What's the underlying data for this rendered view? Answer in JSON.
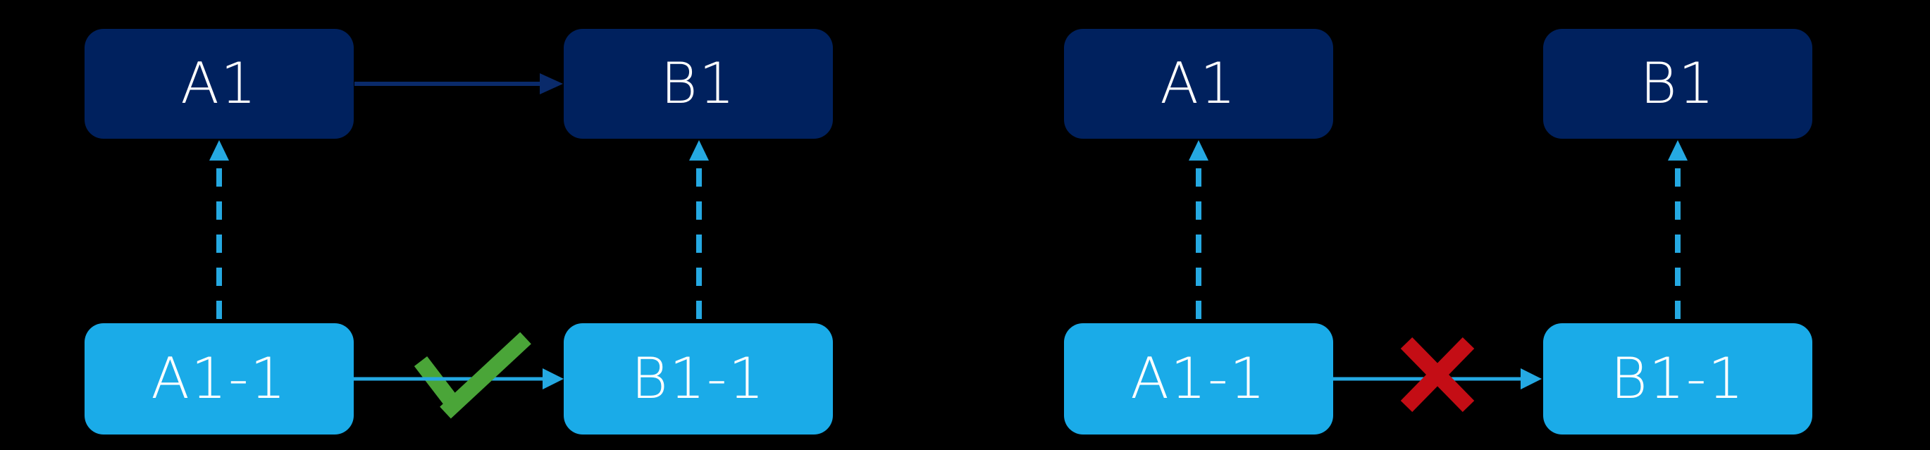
{
  "canvas": {
    "background": "#000000"
  },
  "colors": {
    "canvas_bg": "#000000",
    "navy_box": "#00215e",
    "navy_arrow": "#0a2a6a",
    "cyan_box": "#1aabe8",
    "cyan_connector": "#25a9e2",
    "check_green": "#4aa538",
    "cross_red": "#c40d15",
    "label_text": "#ffffff"
  },
  "left_diagram": {
    "nodes": {
      "a1": "A1",
      "b1": "B1",
      "a11": "A1-1",
      "b11": "B1-1"
    },
    "edges": {
      "top": {
        "from": "A1",
        "to": "B1",
        "style": "solid"
      },
      "bottom": {
        "from": "A1-1",
        "to": "B1-1",
        "style": "solid",
        "marker": "check-icon"
      },
      "up_left": {
        "from": "A1-1",
        "to": "A1",
        "style": "dashed"
      },
      "up_right": {
        "from": "B1-1",
        "to": "B1",
        "style": "dashed"
      }
    },
    "result_icon": "check-icon"
  },
  "right_diagram": {
    "nodes": {
      "a1": "A1",
      "b1": "B1",
      "a11": "A1-1",
      "b11": "B1-1"
    },
    "edges": {
      "bottom": {
        "from": "A1-1",
        "to": "B1-1",
        "style": "solid",
        "marker": "cross-icon"
      },
      "up_left": {
        "from": "A1-1",
        "to": "A1",
        "style": "dashed"
      },
      "up_right": {
        "from": "B1-1",
        "to": "B1",
        "style": "dashed"
      }
    },
    "result_icon": "cross-icon"
  }
}
